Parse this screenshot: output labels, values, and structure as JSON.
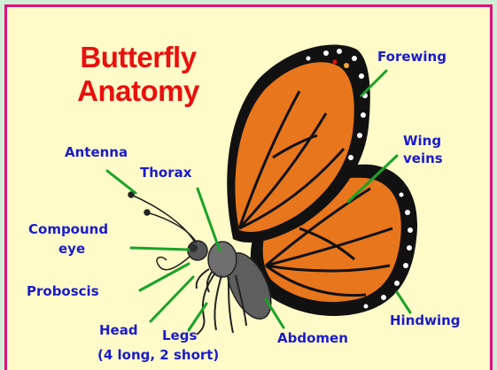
{
  "title": {
    "line1": "Butterfly",
    "line2": "Anatomy"
  },
  "labels": {
    "forewing": "Forewing",
    "wing_veins_1": "Wing",
    "wing_veins_2": "veins",
    "antenna": "Antenna",
    "thorax": "Thorax",
    "compound_eye_1": "Compound",
    "compound_eye_2": "eye",
    "proboscis": "Proboscis",
    "head": "Head",
    "legs": "Legs",
    "legs_note": "(4 long, 2 short)",
    "abdomen": "Abdomen",
    "hindwing": "Hindwing"
  },
  "colors": {
    "frame_border": "#e0107a",
    "panel_bg": "#fffbc8",
    "page_bg": "#cfefd4",
    "title": "#e81010",
    "label_text": "#1b1bcc",
    "pointer_line": "#1aa32a",
    "wing_orange": "#e7761c",
    "wing_black": "#111111",
    "body_gray": "#6f6f6f"
  }
}
